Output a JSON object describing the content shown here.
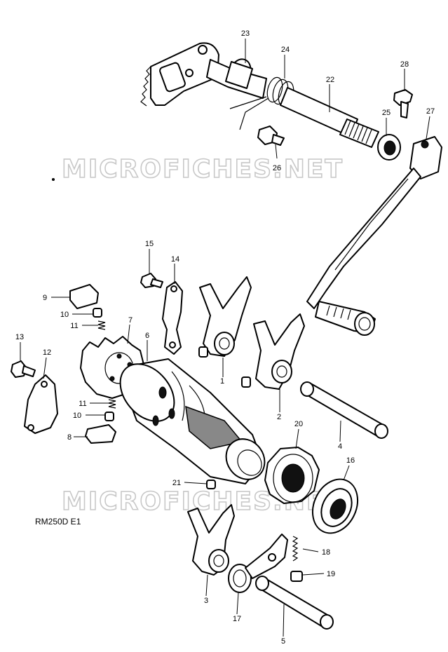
{
  "diagram": {
    "model_label": "RM250D E1",
    "watermarks": [
      "MICROFICHES.NET",
      "MICROFICHES.NET"
    ],
    "callouts": [
      "1",
      "2",
      "3",
      "4",
      "5",
      "6",
      "7",
      "8",
      "9",
      "10",
      "10",
      "11",
      "11",
      "12",
      "13",
      "14",
      "15",
      "16",
      "17",
      "18",
      "19",
      "20",
      "21",
      "22",
      "23",
      "24",
      "25",
      "26",
      "27",
      "28"
    ]
  }
}
